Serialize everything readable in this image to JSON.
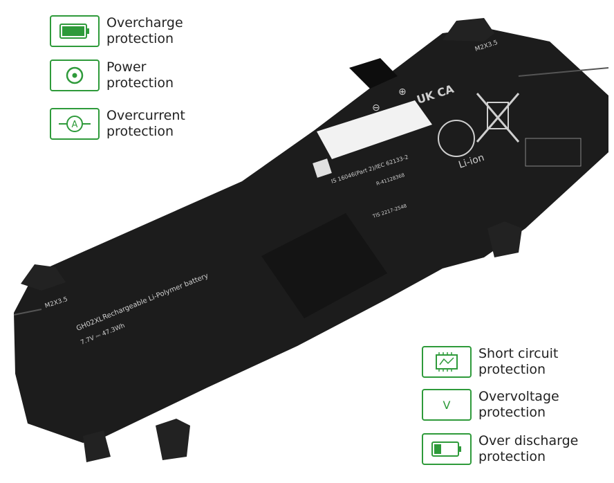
{
  "features_left": [
    {
      "line1": "Overcharge",
      "line2": "protection",
      "icon": "battery-full-icon"
    },
    {
      "line1": "Power",
      "line2": "protection",
      "icon": "power-target-icon"
    },
    {
      "line1": "Overcurrent",
      "line2": "protection",
      "icon": "ammeter-icon"
    }
  ],
  "features_right": [
    {
      "line1": "Short circuit",
      "line2": "protection",
      "icon": "circuit-board-icon"
    },
    {
      "line1": "Overvoltage",
      "line2": "protection",
      "icon": "voltmeter-icon"
    },
    {
      "line1": "Over discharge",
      "line2": "protection",
      "icon": "battery-low-icon"
    }
  ],
  "battery_label": {
    "model": "GH02XL",
    "title": "Rechargeable Li-Polymer battery",
    "spec": "7.7V  ⎓  47.3Wh",
    "screw_left": "M2X3.5",
    "screw_right": "M2X3.5",
    "ukca": "UK CA",
    "li_ion": "Li-ion",
    "standard": "IS 16046(Part 2)/IEC 62133-2",
    "registration": "R-41128368",
    "tis": "TIS 2217-2548",
    "polarity_neg": "⊖",
    "polarity_pos": "⊕"
  },
  "colors": {
    "accent": "#2e9a3a",
    "battery": "#1c1c1c"
  }
}
